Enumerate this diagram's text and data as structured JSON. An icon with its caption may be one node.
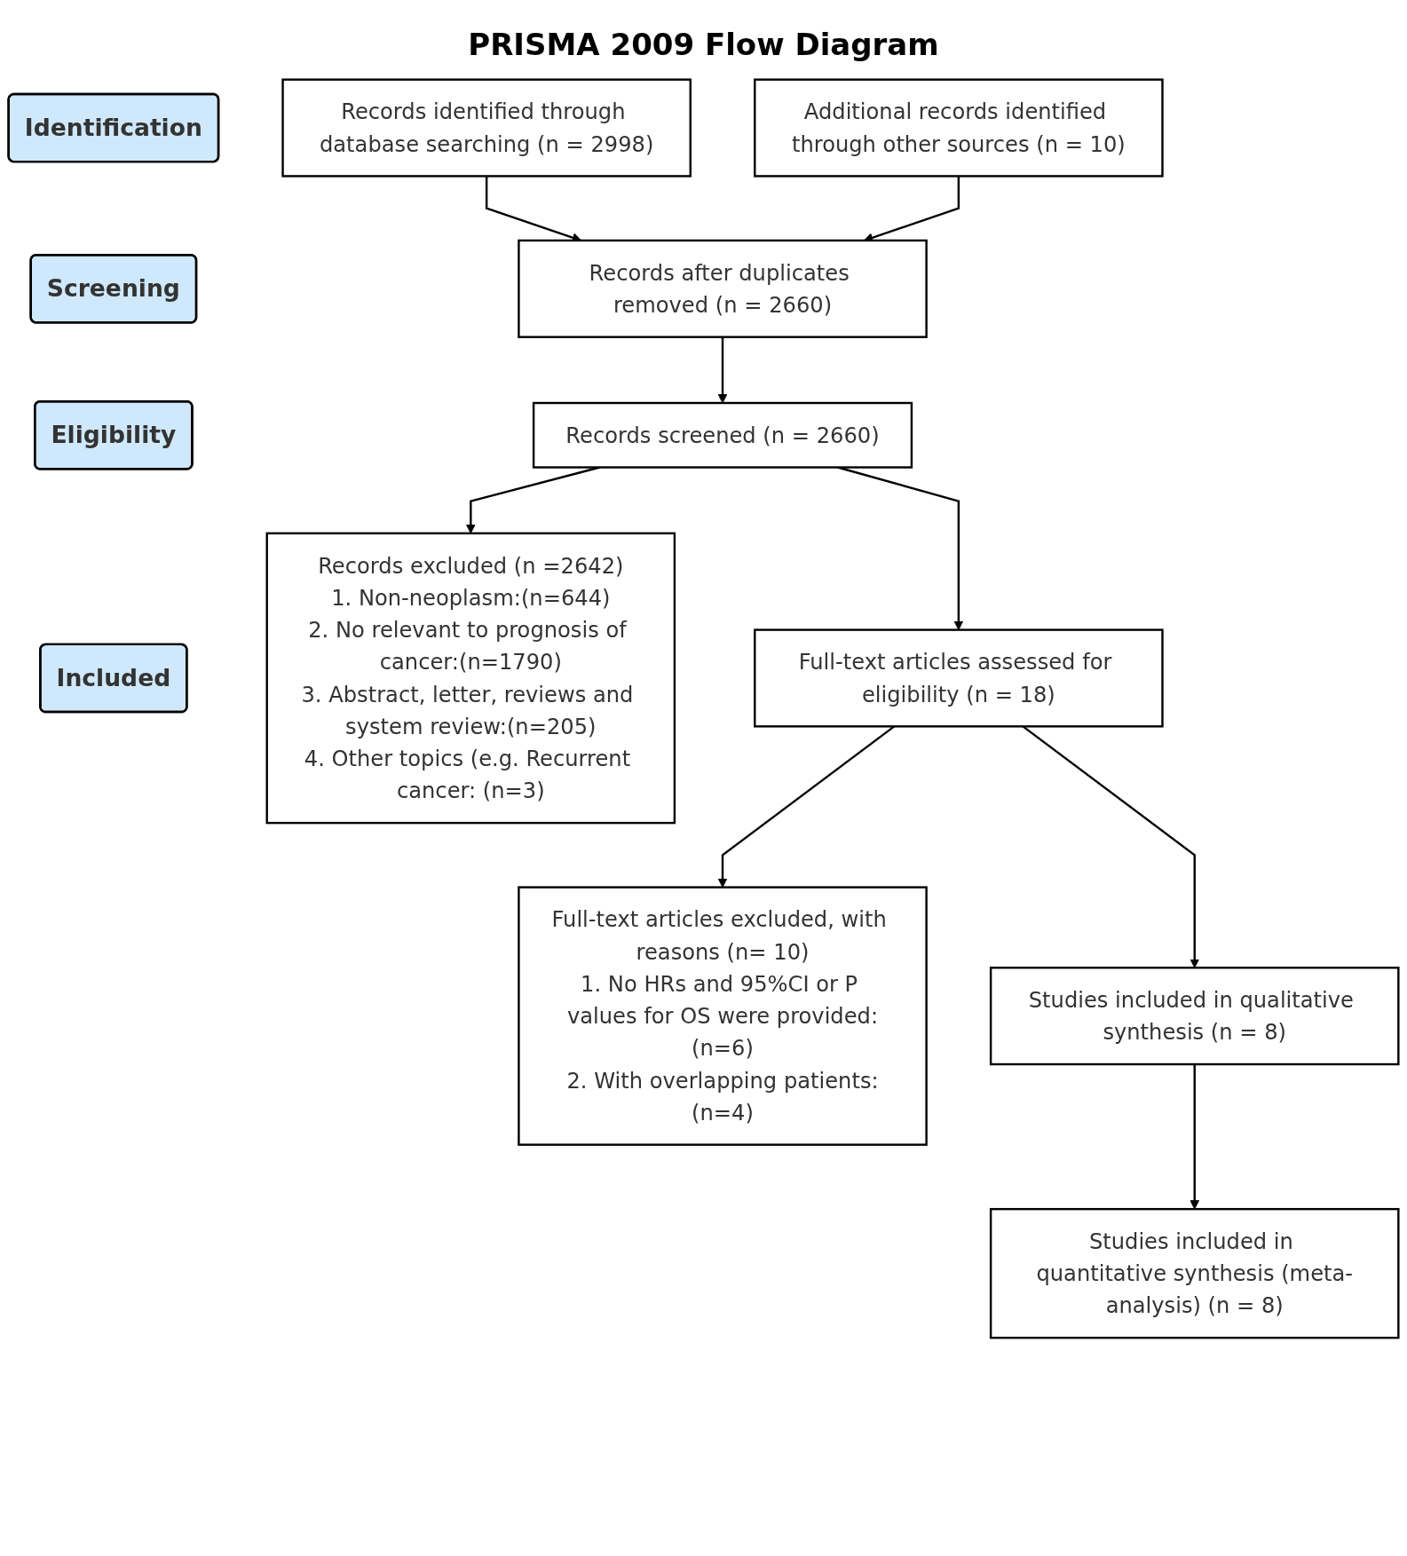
{
  "diagram": {
    "title": "PRISMA 2009 Flow Diagram",
    "nodes": [
      {
        "text": [
          "Identification"
        ]
      },
      {
        "text": [
          "Screening"
        ]
      },
      {
        "text": [
          "Eligibility"
        ]
      },
      {
        "text": [
          "Included"
        ]
      },
      {
        "text": [
          "Records identified through database searching (n = 2998)"
        ]
      },
      {
        "text": [
          "Additional records identified through other sources (n = 10)"
        ]
      },
      {
        "text": [
          "Records after duplicates removed (n = 2660)"
        ]
      },
      {
        "text": [
          "Records screened (n = 2660)"
        ]
      },
      {
        "text": [
          "Records excluded (n =2642)",
          "1. Non-neoplasm:(n=644)",
          "2. No relevant to prognosis of cancer:(n=1790)",
          "3. Abstract, letter, reviews and system review:(n=205)",
          "4. Other topics (e.g. Recurrent cancer: (n=3)"
        ]
      },
      {
        "text": [
          "Full-text articles assessed for eligibility (n = 18)"
        ]
      },
      {
        "text": [
          "Full-text articles excluded, with reasons (n= 10)",
          "1. No HRs and 95%CI or P values for OS were provided:(n=6)",
          "2. With overlapping patients:(n=4)"
        ]
      },
      {
        "text": [
          "Studies included in qualitative synthesis (n = 8)"
        ]
      },
      {
        "text": [
          "Studies included in quantitative synthesis (meta-analysis) (n = 8)"
        ]
      }
    ],
    "edges": [
      {
        "from": 4,
        "to": 6,
        "arrow": "to"
      },
      {
        "from": 5,
        "to": 6,
        "arrow": "to"
      },
      {
        "from": 6,
        "to": 7,
        "arrow": "to"
      },
      {
        "from": 7,
        "to": 8,
        "arrow": "to"
      },
      {
        "from": 7,
        "to": 9,
        "arrow": "to"
      },
      {
        "from": 9,
        "to": 10,
        "arrow": "to"
      },
      {
        "from": 9,
        "to": 11,
        "arrow": "to"
      },
      {
        "from": 11,
        "to": 12,
        "arrow": "to"
      }
    ]
  }
}
